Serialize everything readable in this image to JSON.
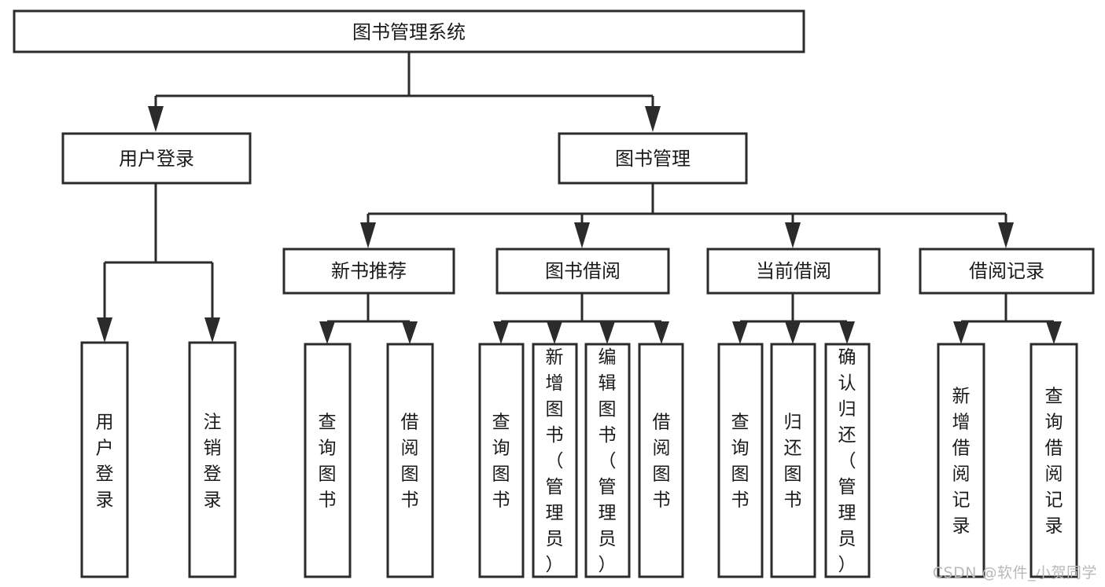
{
  "diagram": {
    "type": "tree",
    "title": "图书管理系统",
    "watermark": "CSDN @软件_小贺同学",
    "colors": {
      "stroke": "#2b2b2b",
      "fill": "#ffffff",
      "text": "#1a1a1a",
      "watermark": "#b9b9b9"
    },
    "levels": {
      "root": {
        "label": "图书管理系统"
      },
      "level2": [
        {
          "label": "用户登录"
        },
        {
          "label": "图书管理"
        }
      ],
      "level3": [
        {
          "label": "新书推荐"
        },
        {
          "label": "图书借阅"
        },
        {
          "label": "当前借阅"
        },
        {
          "label": "借阅记录"
        }
      ],
      "leaves": {
        "user_login": [
          {
            "label": "用户登录"
          },
          {
            "label": "注销登录"
          }
        ],
        "new_book_recommend": [
          {
            "label": "查询图书"
          },
          {
            "label": "借阅图书"
          }
        ],
        "book_borrow": [
          {
            "label": "查询图书"
          },
          {
            "label": "新增图书（管理员）"
          },
          {
            "label": "编辑图书（管理员）"
          },
          {
            "label": "借阅图书"
          }
        ],
        "current_borrow": [
          {
            "label": "查询图书"
          },
          {
            "label": "归还图书"
          },
          {
            "label": "确认归还（管理员）"
          }
        ],
        "borrow_record": [
          {
            "label": "新增借阅记录"
          },
          {
            "label": "查询借阅记录"
          }
        ]
      }
    }
  }
}
